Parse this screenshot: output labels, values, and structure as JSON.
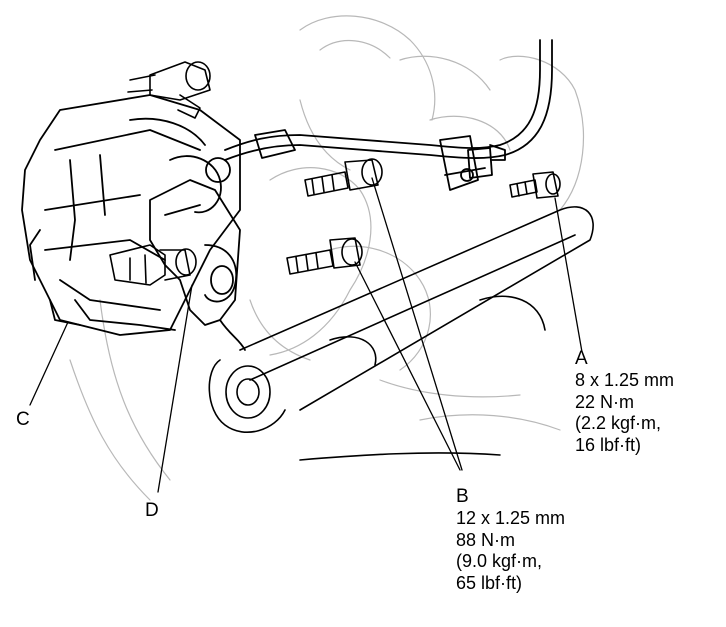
{
  "callouts": {
    "A": {
      "letter": "A",
      "size": "8 x 1.25 mm",
      "torque_nm": "22 N·m",
      "torque_kgf": "(2.2 kgf·m,",
      "torque_lbf": "16 lbf·ft)"
    },
    "B": {
      "letter": "B",
      "size": "12 x 1.25 mm",
      "torque_nm": "88 N·m",
      "torque_kgf": "(9.0 kgf·m,",
      "torque_lbf": "65 lbf·ft)"
    },
    "C": {
      "letter": "C"
    },
    "D": {
      "letter": "D"
    }
  }
}
